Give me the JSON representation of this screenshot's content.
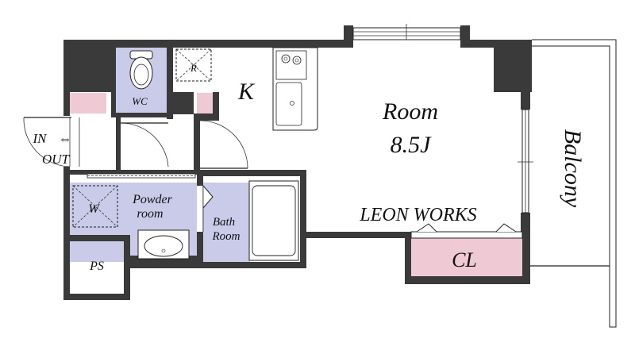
{
  "labels": {
    "wc": "WC",
    "refrigerator": "R",
    "kitchen": "K",
    "room": "Room",
    "room_size": "8.5J",
    "balcony": "Balcony",
    "entrance_in": "IN",
    "entrance_arrow": "⇔",
    "entrance_out": "OUT",
    "washer": "W",
    "powder_1": "Powder",
    "powder_2": "room",
    "bath_1": "Bath",
    "bath_2": "Room",
    "brand": "LEON WORKS",
    "closet": "CL",
    "pipe_space": "PS"
  },
  "colors": {
    "wall": "#3a3a3a",
    "wet_area": "#c9cbe8",
    "pink_area": "#efc9d4",
    "floor": "#ffffff",
    "line": "#222222"
  }
}
